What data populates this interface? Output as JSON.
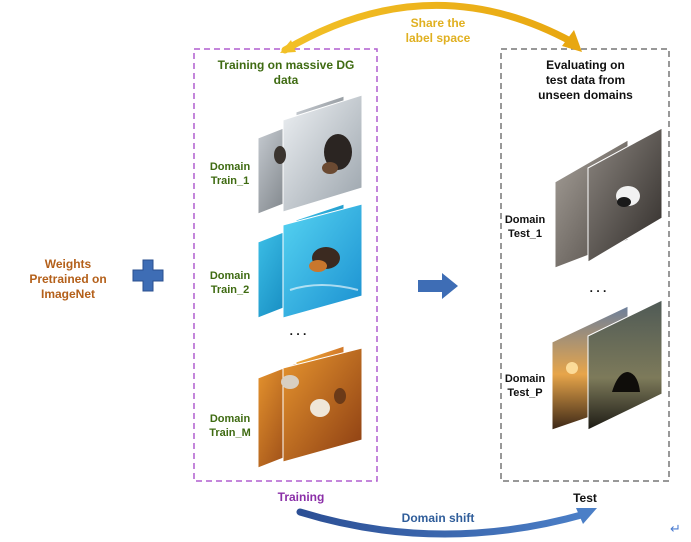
{
  "share_label": [
    "Share the",
    "label space"
  ],
  "left_box": {
    "title": [
      "Training on massive DG",
      "data"
    ],
    "domains": [
      {
        "line1": "Domain",
        "line2": "Train_1"
      },
      {
        "line1": "Domain",
        "line2": "Train_2"
      },
      {
        "line1": "Domain",
        "line2": "Train_M"
      }
    ],
    "ellipsis": ". . .",
    "caption": "Training"
  },
  "right_box": {
    "title": [
      "Evaluating on",
      "test data from",
      "unseen domains"
    ],
    "domains": [
      {
        "line1": "Domain",
        "line2": "Test_1"
      },
      {
        "line1": "Domain",
        "line2": "Test_P"
      }
    ],
    "ellipsis": ". . .",
    "caption": "Test"
  },
  "weights": [
    "Weights",
    "Pretrained on",
    "ImageNet"
  ],
  "domain_shift": "Domain shift",
  "corner_glyph": "↵",
  "colors": {
    "purple_box": "#b15fcf",
    "gray_box": "#777777",
    "blue": "#3e6db5",
    "gold": "#f0b81c"
  }
}
